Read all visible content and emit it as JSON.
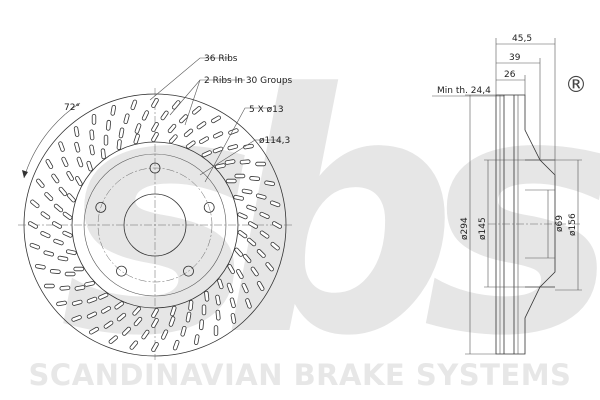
{
  "watermark": {
    "brand_letters": "sbs",
    "registered_mark": "®",
    "company_name": "SCANDINAVIAN BRAKE SYSTEMS"
  },
  "front_view": {
    "label_ribs": "36 Ribs",
    "label_groups": "2 Ribs In 30 Groups",
    "label_bolts": "5 X ø13",
    "label_pcd": "ø114,3",
    "label_angle": "72°"
  },
  "side_view": {
    "label_total_height": "45,5",
    "label_hat_height": "39",
    "label_thickness": "26",
    "label_min_thickness": "Min th. 24,4",
    "label_outer_diameter": "ø294",
    "label_center_bore": "ø145",
    "label_hub_diameter": "ø69",
    "label_hat_diameter": "ø156"
  }
}
